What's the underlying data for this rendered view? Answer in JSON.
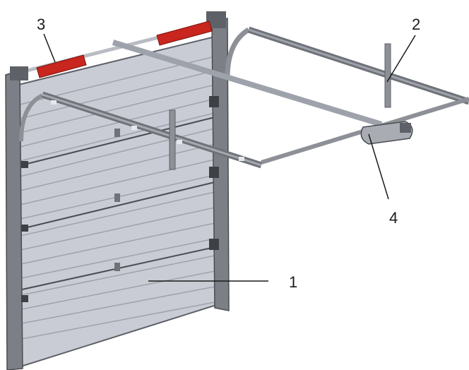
{
  "diagram": {
    "callouts": [
      {
        "id": "1",
        "label": "1"
      },
      {
        "id": "2",
        "label": "2"
      },
      {
        "id": "3",
        "label": "3"
      },
      {
        "id": "4",
        "label": "4"
      }
    ],
    "colors": {
      "panel": "#c9ccd4",
      "panel_groove": "#9ea2ab",
      "frame": "#6f7278",
      "rail": "#8d9096",
      "spring": "#c8261e",
      "leader": "#1a1a1a"
    }
  }
}
